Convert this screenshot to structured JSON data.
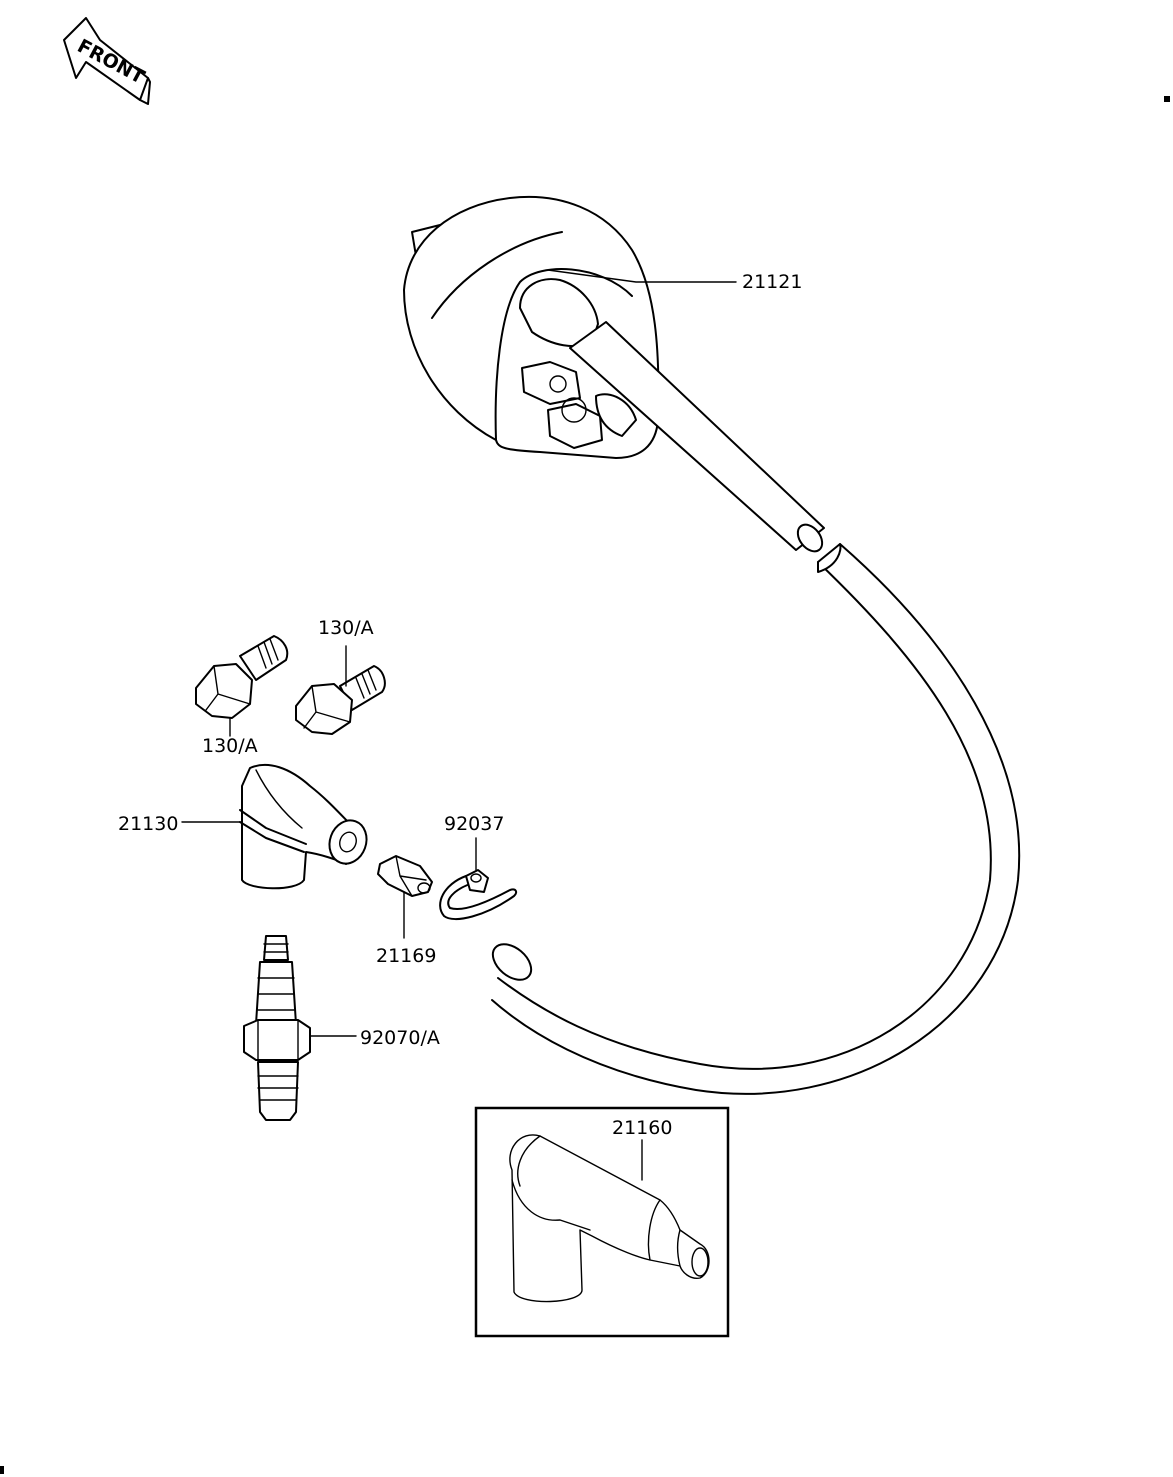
{
  "front_marker": {
    "text": "FRONT"
  },
  "parts": [
    {
      "id": "21121",
      "label": "21121",
      "name": "ignition coil"
    },
    {
      "id": "130a-top",
      "label": "130/A",
      "name": "bolt"
    },
    {
      "id": "130a-bottom",
      "label": "130/A",
      "name": "bolt"
    },
    {
      "id": "21130",
      "label": "21130",
      "name": "spark plug cap"
    },
    {
      "id": "92037",
      "label": "92037",
      "name": "clamp"
    },
    {
      "id": "21169",
      "label": "21169",
      "name": "cap terminal"
    },
    {
      "id": "92070a",
      "label": "92070/A",
      "name": "spark plug"
    },
    {
      "id": "21160",
      "label": "21160",
      "name": "spark plug cap, alternate"
    }
  ],
  "colors": {
    "ink": "#000000",
    "paper": "#ffffff"
  }
}
